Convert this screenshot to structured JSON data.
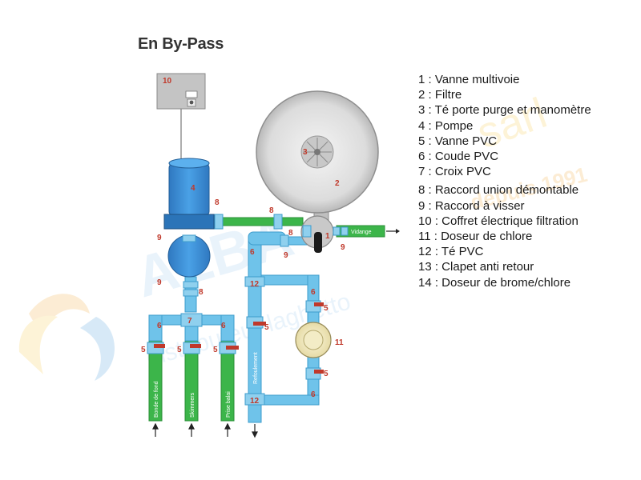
{
  "diagram": {
    "title": "En By-Pass",
    "legend": [
      "1 : Vanne multivoie",
      "2 : Filtre",
      "3 : Té porte purge et manomètre",
      "4 : Pompe",
      "5 : Vanne PVC",
      "6 : Coude PVC",
      "7 : Croix PVC",
      "8 : Raccord union démontable",
      "9 : Raccord à visser",
      "10 : Coffret électrique filtration",
      "11 : Doseur de chlore",
      "12 : Té PVC",
      "13 : Clapet anti retour",
      "14 : Doseur de brome/chlore"
    ],
    "labels": {
      "n1": "1",
      "n2": "2",
      "n3": "3",
      "n4": "4",
      "n5": "5",
      "n6": "6",
      "n7": "7",
      "n8": "8",
      "n9": "9",
      "n10": "10",
      "n11": "11",
      "n12": "12",
      "vidange": "Vidange",
      "bonde": "Bonde de fond",
      "skimmers": "Skimmers",
      "prise_balai": "Prise balai",
      "refoulement": "Refoulement"
    },
    "watermark": {
      "brand": "ALBA",
      "tagline": "distributeur laghetto",
      "suffix": "sarl",
      "since": "depuis 1991"
    },
    "colors": {
      "pipe_blue": "#6fc3ea",
      "pipe_green": "#3cb54a",
      "pump_blue": "#3a8fd8",
      "filter_gray": "#d8d8d8",
      "valve_red": "#c0392b",
      "box_gray": "#bcbcbc",
      "label_red": "#c0392b"
    }
  }
}
